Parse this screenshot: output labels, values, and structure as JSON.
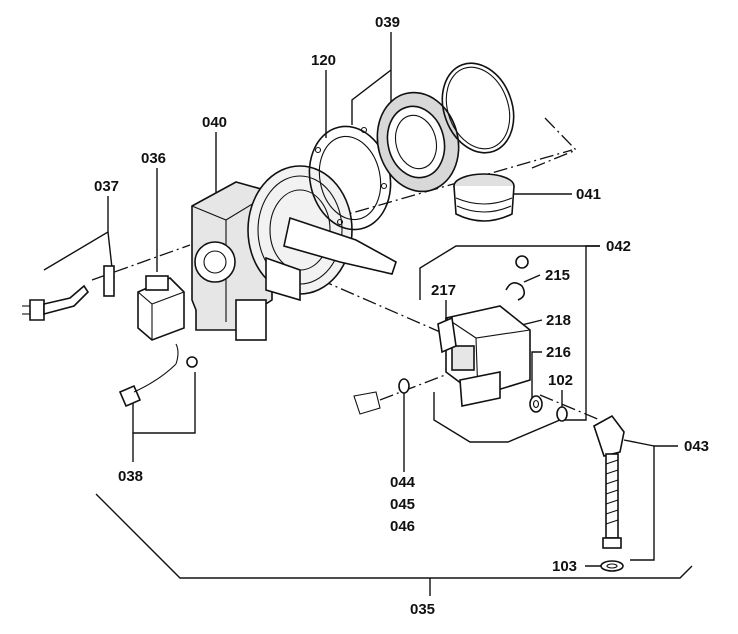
{
  "diagram": {
    "type": "exploded-parts-diagram",
    "callouts": {
      "c035": "035",
      "c036": "036",
      "c037": "037",
      "c038": "038",
      "c039": "039",
      "c040": "040",
      "c041": "041",
      "c042": "042",
      "c043": "043",
      "c044": "044",
      "c045": "045",
      "c046": "046",
      "c102": "102",
      "c103": "103",
      "c120": "120",
      "c215": "215",
      "c216": "216",
      "c217": "217",
      "c218": "218"
    }
  }
}
